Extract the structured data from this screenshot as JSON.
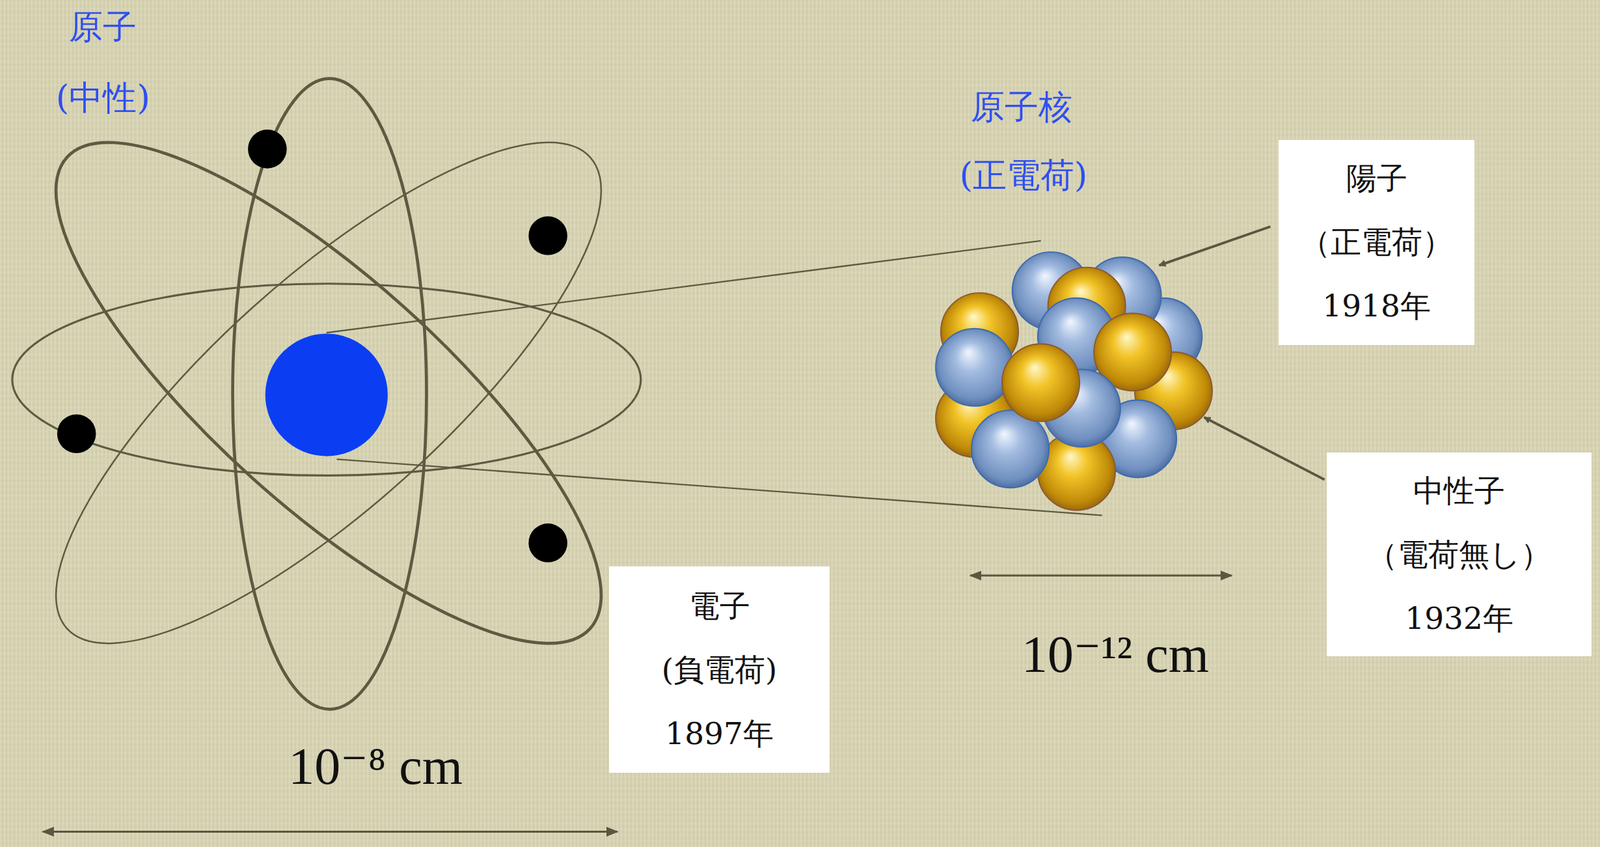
{
  "diagram": {
    "nodes": [
      {
        "text": [
          "陽子",
          "（正電荷）",
          "1918年"
        ]
      },
      {
        "text": [
          "中性子",
          "（電荷無し）",
          "1932年"
        ]
      },
      {
        "text": [
          "電子",
          "(負電荷)",
          "1897年"
        ]
      }
    ],
    "labels": [
      "原子",
      "(中性)",
      "原子核",
      "(正電荷)",
      "10⁻⁸ cm",
      "10⁻¹² cm"
    ]
  }
}
